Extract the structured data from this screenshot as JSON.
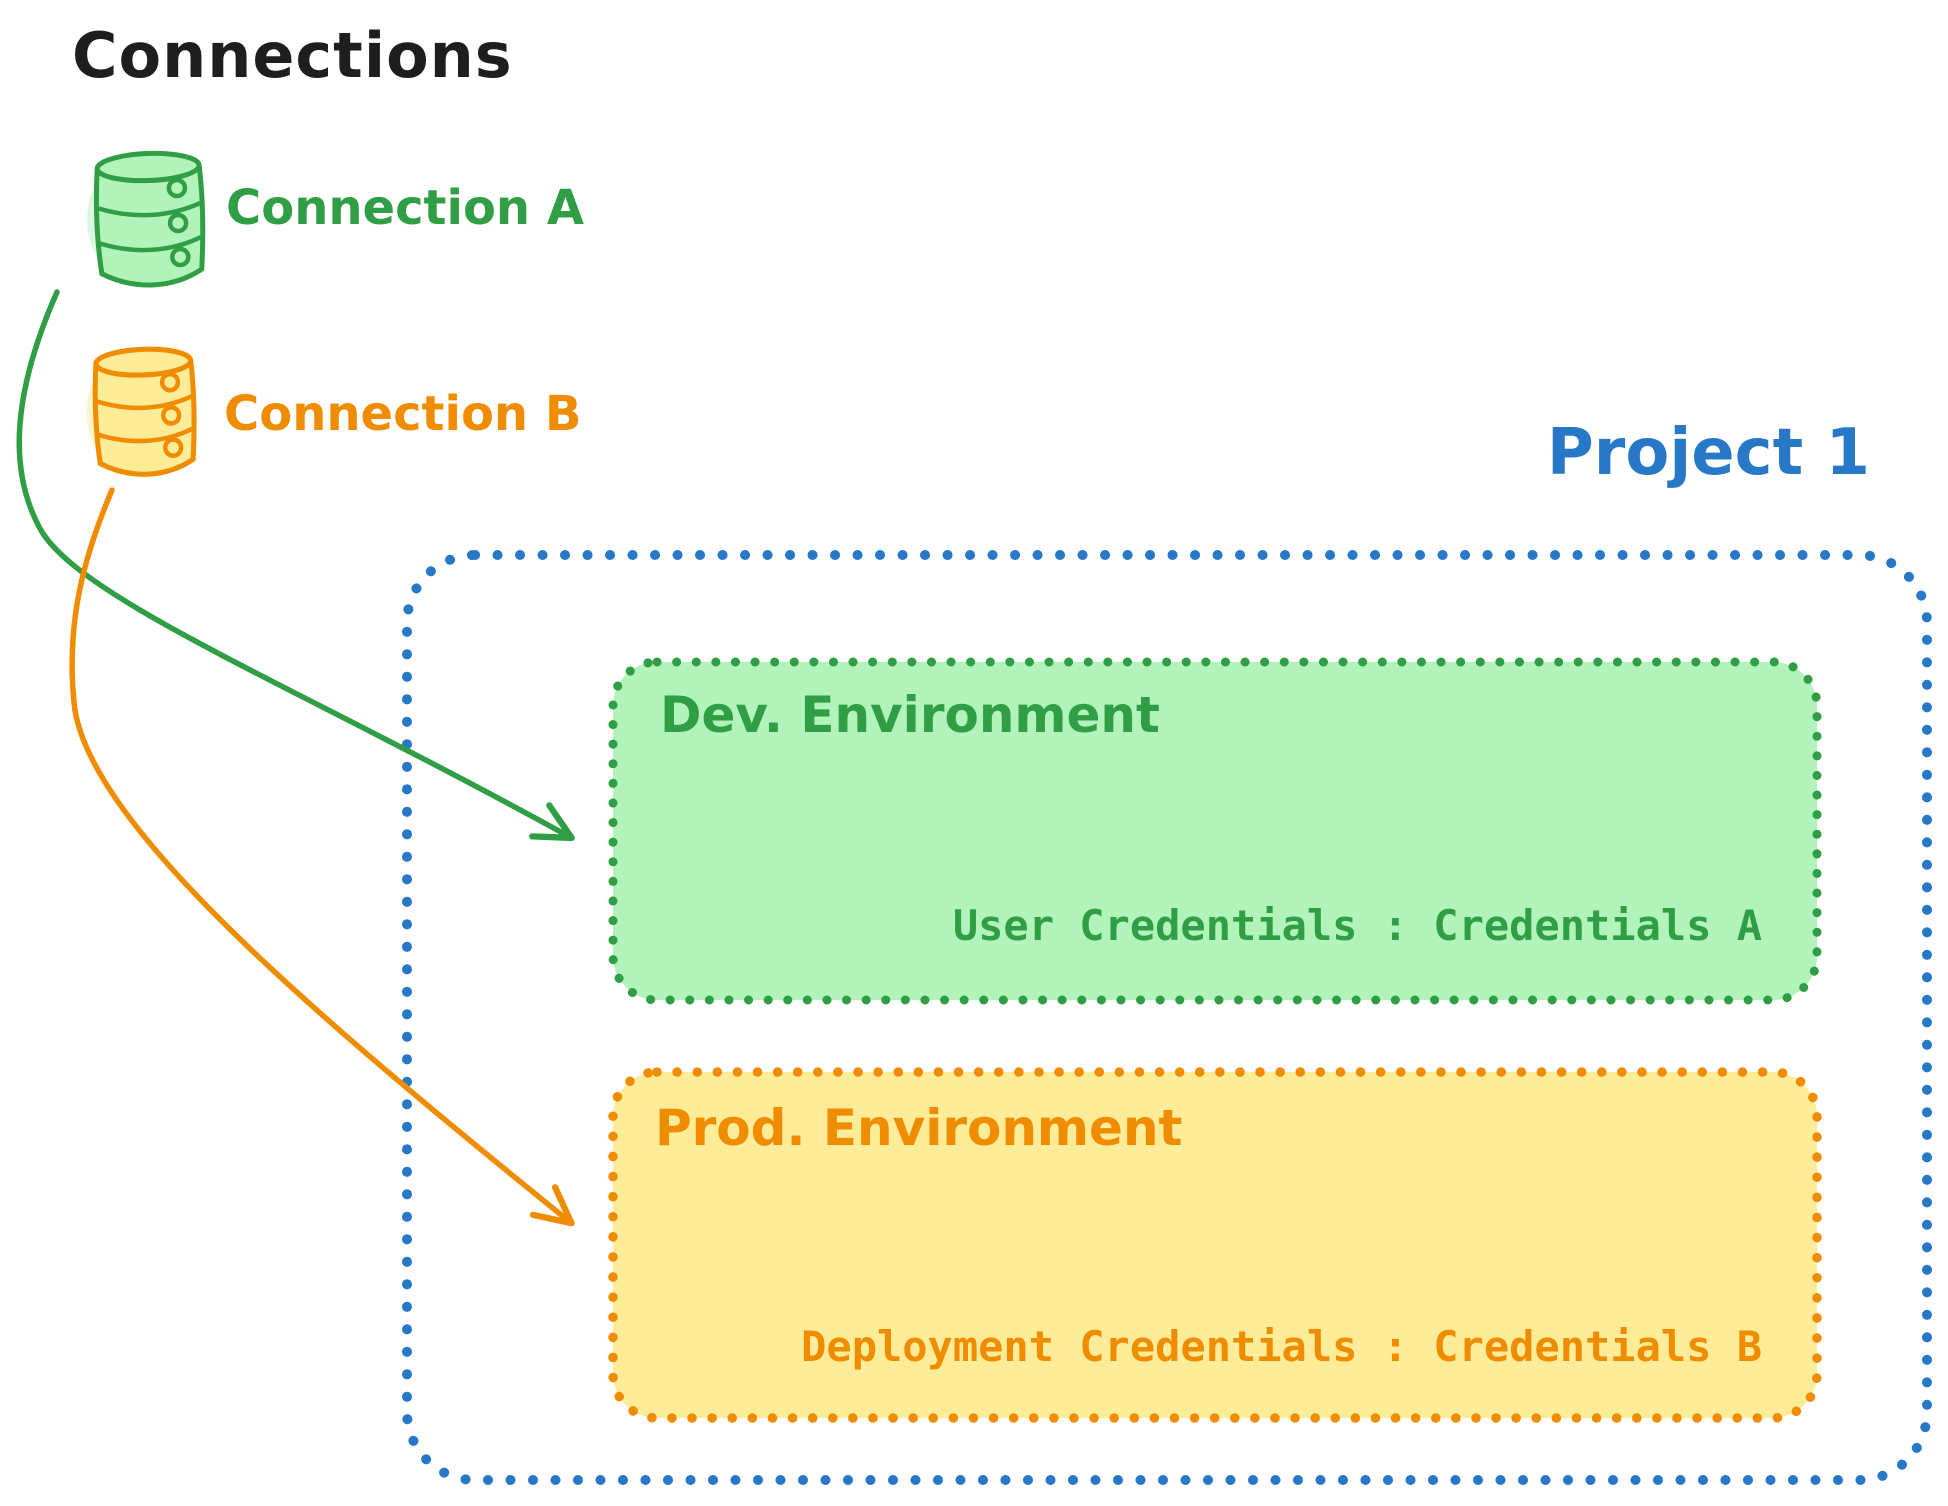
{
  "title": "Connections",
  "palette": {
    "green": "#2f9e44",
    "green_fill": "#b2f2bb",
    "orange": "#f08c00",
    "yellow_fill": "#ffec99",
    "blue": "#2878c8",
    "text_black": "#1e1e1e"
  },
  "connections": [
    {
      "label": "Connection A",
      "icon": "database-icon",
      "color": "#2f9e44"
    },
    {
      "label": "Connection B",
      "icon": "database-icon",
      "color": "#f08c00"
    }
  ],
  "project": {
    "label": "Project 1",
    "environments": [
      {
        "name": "Dev. Environment",
        "credentials": "User Credentials : Credentials A",
        "color": "#2f9e44",
        "fill": "#b2f2bb"
      },
      {
        "name": "Prod. Environment",
        "credentials": "Deployment Credentials : Credentials B",
        "color": "#f08c00",
        "fill": "#ffec99"
      }
    ]
  },
  "arrows": [
    {
      "from": "Connection A",
      "to": "Dev. Environment",
      "color": "#2f9e44"
    },
    {
      "from": "Connection B",
      "to": "Prod. Environment",
      "color": "#f08c00"
    }
  ]
}
